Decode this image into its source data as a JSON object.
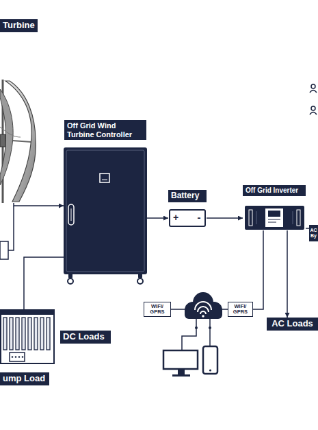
{
  "diagram": {
    "nodes": [
      {
        "text": [
          "Turbine"
        ]
      },
      {
        "text": [
          "Off Grid Wind Turbine Controller"
        ]
      },
      {
        "text": [
          "Battery",
          "+",
          "-"
        ]
      },
      {
        "text": [
          "Off Grid Inverter"
        ]
      },
      {
        "text": [
          "AC By"
        ]
      },
      {
        "text": [
          "WIFI/ GPRS"
        ]
      },
      {
        "text": [
          "WIFI/ GPRS"
        ]
      },
      {
        "text": [
          "AC Loads"
        ]
      },
      {
        "text": [
          "ump Load"
        ]
      }
    ],
    "edges": [
      {
        "from": 0,
        "to": 1,
        "arrow": "to"
      },
      {
        "from": 1,
        "to": 2,
        "arrow": "to"
      },
      {
        "from": 2,
        "to": 3,
        "arrow": "to"
      },
      {
        "from": 3,
        "to": 4,
        "arrow": "none"
      },
      {
        "from": 1,
        "to": 8,
        "arrow": "none"
      },
      {
        "from": 3,
        "to": 7,
        "arrow": "to"
      },
      {
        "from": 3,
        "to": 6,
        "arrow": "none"
      }
    ],
    "labels": [
      "DC Loads"
    ]
  }
}
